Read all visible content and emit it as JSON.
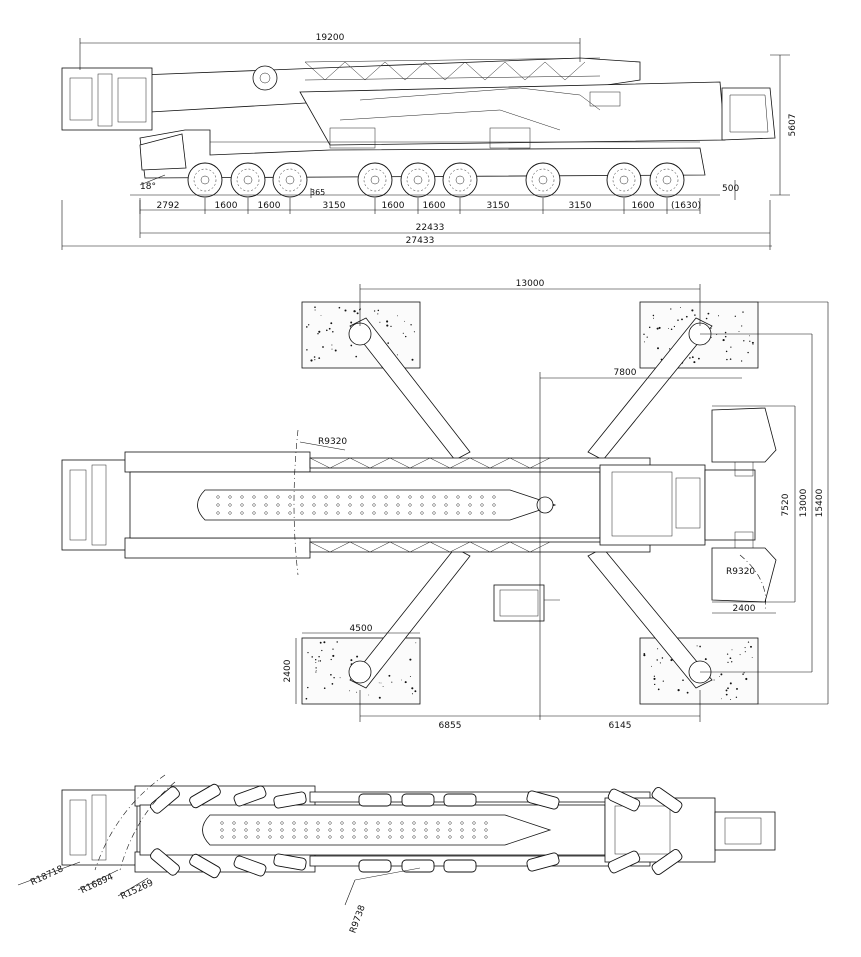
{
  "side_view": {
    "boom_length": "19200",
    "total_height": "5607",
    "angle": "18°",
    "ground_clearance": "365",
    "rear_clearance": "500",
    "spacings": [
      "2792",
      "1600",
      "1600",
      "3150",
      "1600",
      "1600",
      "3150",
      "3150",
      "1600",
      "(1630)"
    ],
    "chassis_length": "22433",
    "overall_length": "27433"
  },
  "plan_view": {
    "outrigger_span_longitudinal": "13000",
    "rear_offset": "7800",
    "slew_radius_left": "R9320",
    "slew_radius_right": "R9320",
    "counterweight_width": "7520",
    "outrigger_span_transverse": "13000",
    "overall_width": "15400",
    "counterweight_depth": "2400",
    "pad_length": "4500",
    "pad_width": "2400",
    "front_to_center": "6855",
    "center_to_rear": "6145"
  },
  "turning_view": {
    "radii": [
      "R18718",
      "R16894",
      "R15269",
      "R9738"
    ]
  }
}
